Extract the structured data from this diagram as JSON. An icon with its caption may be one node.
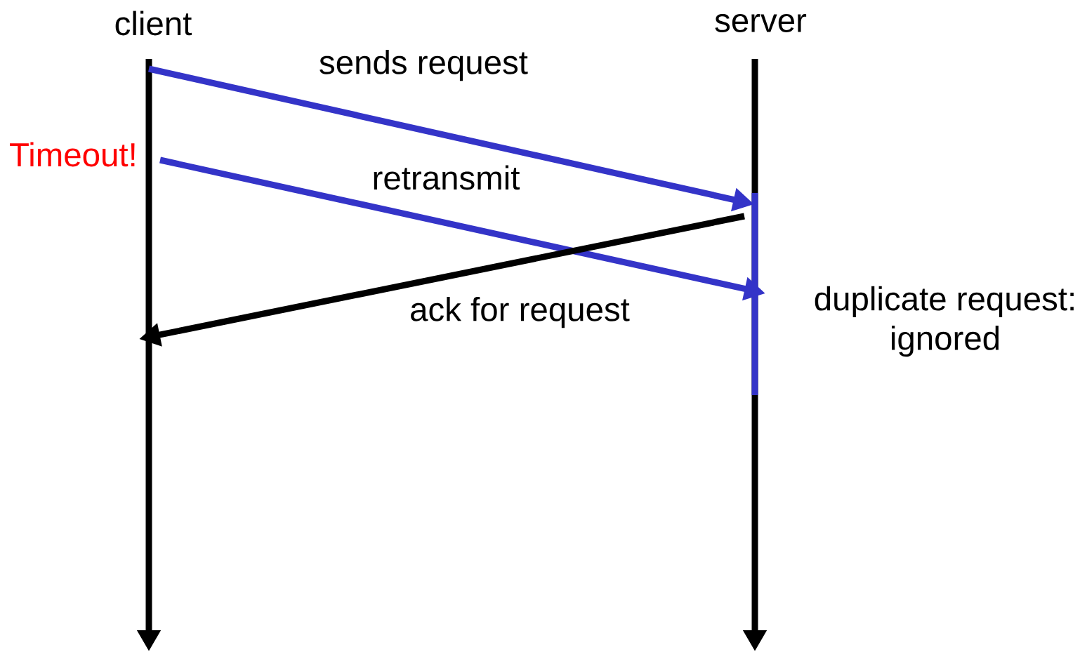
{
  "diagram": {
    "nodes": [
      {
        "text": [
          "client"
        ]
      },
      {
        "text": [
          "server"
        ]
      }
    ],
    "edges": [
      {
        "from": 0,
        "to": 1,
        "arrow": "to",
        "label": "sends request"
      },
      {
        "from": 0,
        "to": 1,
        "arrow": "to",
        "label": "retransmit"
      },
      {
        "from": 1,
        "to": 0,
        "arrow": "to",
        "label": "ack for request",
        "color": "#000000"
      }
    ],
    "labels": [
      "Timeout!",
      "duplicate request: ignored"
    ]
  }
}
